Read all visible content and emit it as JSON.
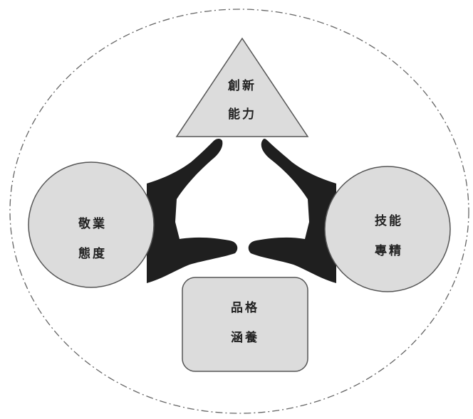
{
  "diagram": {
    "triangle": {
      "line1": "創新",
      "line2": "能力"
    },
    "left_circle": {
      "line1": "敬業",
      "line2": "態度"
    },
    "right_circle": {
      "line1": "技能",
      "line2": "專精"
    },
    "bottom_box": {
      "line1": "品格",
      "line2": "涵養"
    }
  },
  "colors": {
    "shape_fill": "#dcdcdc",
    "shape_stroke": "#555555",
    "hands": "#1f1f1f",
    "outer_dash": "#666666"
  }
}
